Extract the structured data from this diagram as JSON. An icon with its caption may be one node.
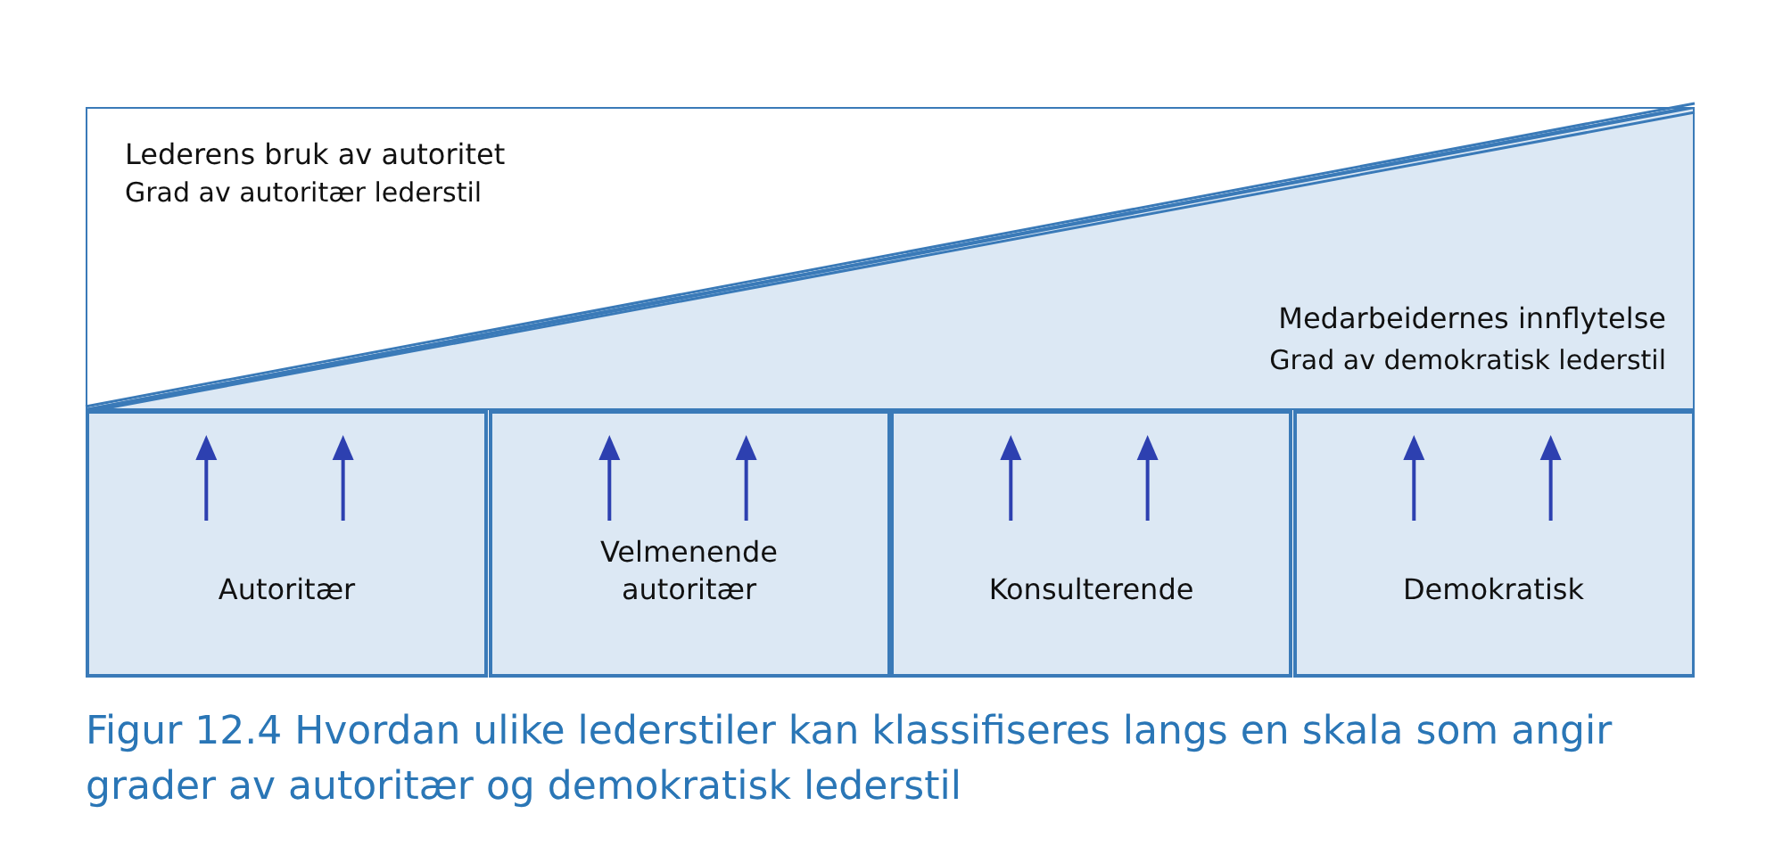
{
  "diagram": {
    "caption": "Figur 12.4 Hvordan ulike lederstiler kan klassifiseres langs en skala som angir grader av autoritær og demokratisk lederstil",
    "nodes": [
      {
        "text": [
          "Lederens bruk av autoritet",
          "Grad av autoritær lederstil"
        ]
      },
      {
        "text": [
          "Medarbeidernes innflytelse",
          "Grad av demokratisk lederstil"
        ]
      },
      {
        "text": [
          "Autoritær"
        ]
      },
      {
        "text": [
          "Velmenende autoritær"
        ]
      },
      {
        "text": [
          "Konsulterende"
        ]
      },
      {
        "text": [
          "Demokratisk"
        ]
      }
    ],
    "edges": []
  }
}
